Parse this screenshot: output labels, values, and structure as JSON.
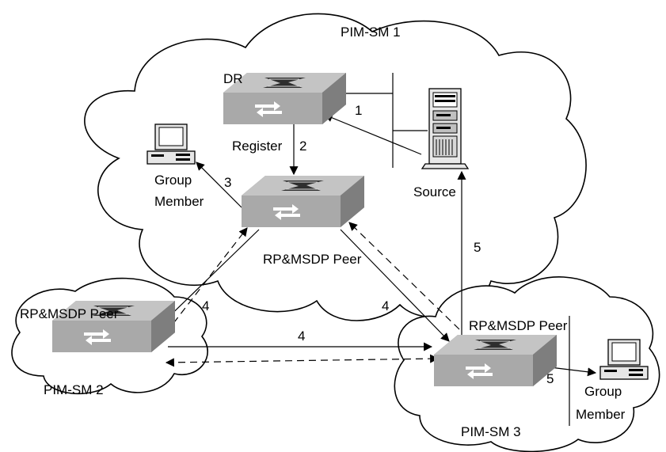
{
  "labels": {
    "pim_sm1": "PIM-SM 1",
    "pim_sm2": "PIM-SM 2",
    "pim_sm3": "PIM-SM 3",
    "dr": "DR",
    "register": "Register",
    "source": "Source",
    "group_member_1_line1": "Group",
    "group_member_1_line2": "Member",
    "group_member_2_line1": "Group",
    "group_member_2_line2": "Member",
    "rp_peer_1": "RP&MSDP Peer",
    "rp_peer_2": "RP&MSDP Peer",
    "rp_peer_3": "RP&MSDP Peer"
  },
  "steps": {
    "s1": "1",
    "s2": "2",
    "s3": "3",
    "s4a": "4",
    "s4b": "4",
    "s4c": "4",
    "s5a": "5",
    "s5b": "5"
  },
  "icons": {
    "router": "router-icon",
    "server": "server-icon",
    "pc": "pc-icon"
  }
}
